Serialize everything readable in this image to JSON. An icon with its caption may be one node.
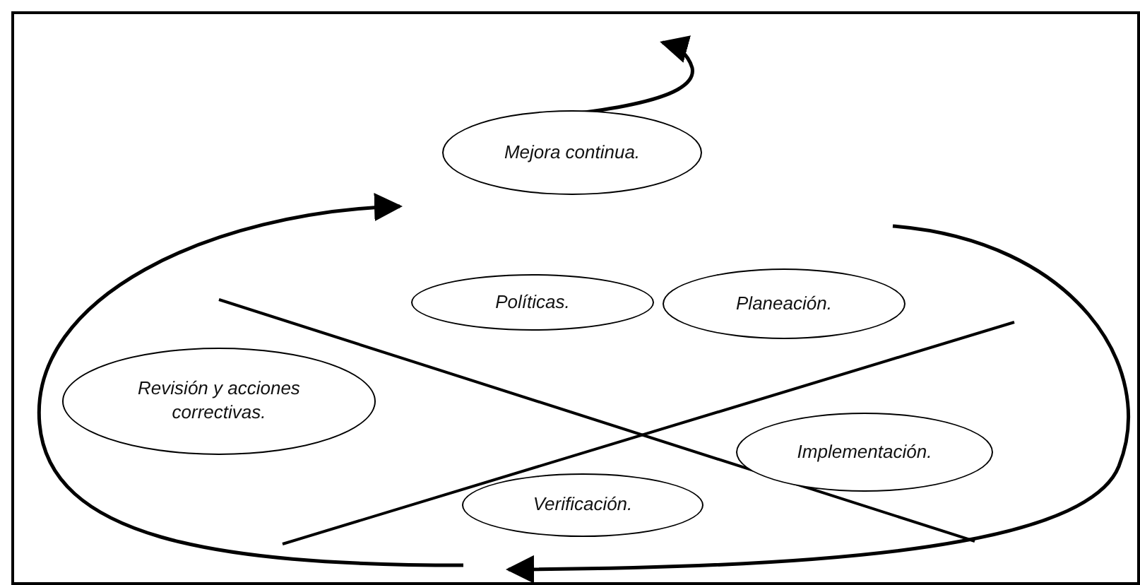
{
  "diagram": {
    "nodes": [
      {
        "text": [
          "Mejora continua."
        ]
      },
      {
        "text": [
          "Políticas."
        ]
      },
      {
        "text": [
          "Planeación."
        ]
      },
      {
        "text": [
          "Revisión y acciones correctivas."
        ]
      },
      {
        "text": [
          "Implementación."
        ]
      },
      {
        "text": [
          "Verificación."
        ]
      }
    ]
  }
}
